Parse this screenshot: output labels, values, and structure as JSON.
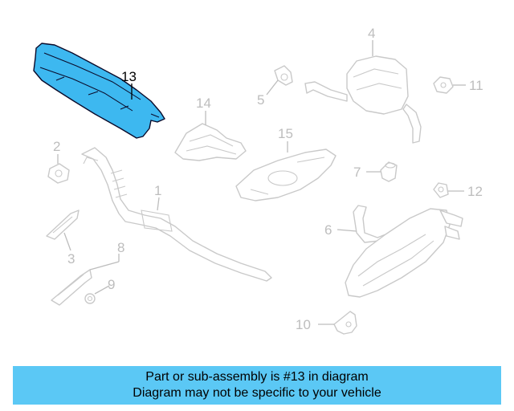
{
  "diagram": {
    "highlight_color": "#3db8f0",
    "callouts": {
      "c1": "1",
      "c2": "2",
      "c3": "3",
      "c4": "4",
      "c5": "5",
      "c6": "6",
      "c7": "7",
      "c8": "8",
      "c9": "9",
      "c10": "10",
      "c11": "11",
      "c12": "12",
      "c13": "13",
      "c14": "14",
      "c15": "15"
    },
    "selected_part": "13"
  },
  "banner": {
    "line1": "Part or sub-assembly is #13 in diagram",
    "line2": "Diagram may not be specific to your vehicle",
    "color": "#5bc8f5"
  }
}
